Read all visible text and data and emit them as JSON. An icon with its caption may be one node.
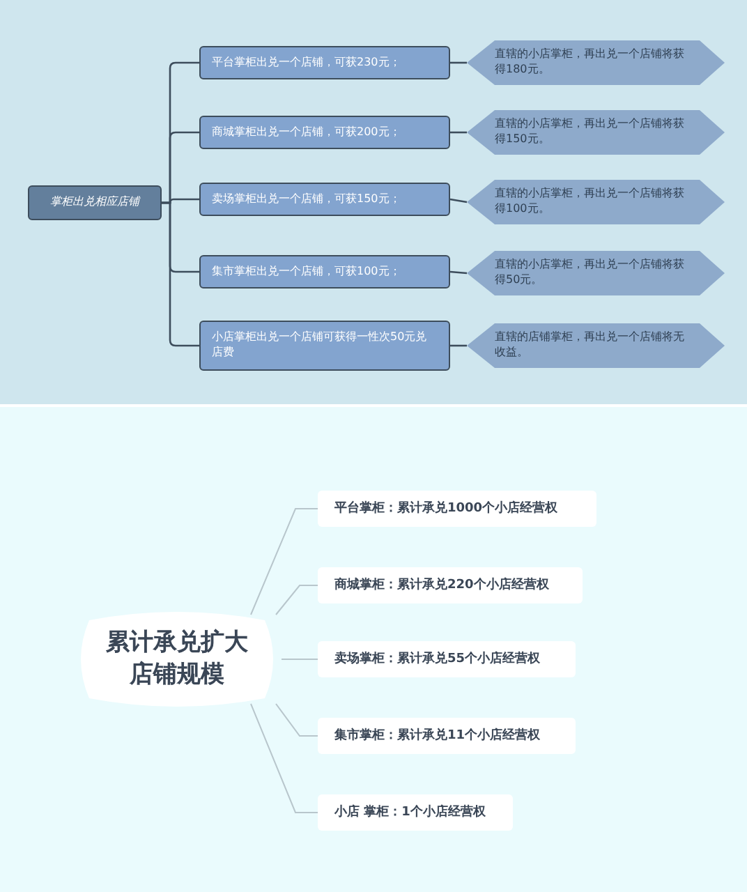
{
  "diagram": {
    "nodes": [
      {
        "text": [
          "掌柜出兑相应店铺"
        ]
      },
      {
        "text": [
          "平台掌柜出兑一个店铺，可获230元；"
        ]
      },
      {
        "text": [
          "商城掌柜出兑一个店铺，可获200元；"
        ]
      },
      {
        "text": [
          "卖场掌柜出兑一个店铺，可获150元；"
        ]
      },
      {
        "text": [
          "集市掌柜出兑一个店铺，可获100元；"
        ]
      },
      {
        "text": [
          "小店掌柜出兑一个店铺可获得一性次50元兑店费"
        ]
      },
      {
        "text": [
          "直辖的小店掌柜，再出兑一个店铺将获得180元。"
        ]
      },
      {
        "text": [
          "直辖的小店掌柜，再出兑一个店铺将获得150元。"
        ]
      },
      {
        "text": [
          "直辖的小店掌柜，再出兑一个店铺将获得100元。"
        ]
      },
      {
        "text": [
          "直辖的小店掌柜，再出兑一个店铺将获得50元。"
        ]
      },
      {
        "text": [
          "直辖的店铺掌柜，再出兑一个店铺将无收益。"
        ]
      },
      {
        "text": [
          "累计承兑扩大店铺规模"
        ]
      },
      {
        "text": [
          "平台掌柜：累计承兑1000个小店经营权"
        ]
      },
      {
        "text": [
          "商城掌柜：累计承兑220个小店经营权"
        ]
      },
      {
        "text": [
          "卖场掌柜：累计承兑55个小店经营权"
        ]
      },
      {
        "text": [
          "集市掌柜：累计承兑11个小店经营权"
        ]
      },
      {
        "text": [
          "小店 掌柜：1个小店经营权"
        ]
      }
    ],
    "edges": [
      {
        "from": 0,
        "to": 1,
        "arrow": "none"
      },
      {
        "from": 0,
        "to": 2,
        "arrow": "none"
      },
      {
        "from": 0,
        "to": 3,
        "arrow": "none"
      },
      {
        "from": 0,
        "to": 4,
        "arrow": "none"
      },
      {
        "from": 0,
        "to": 5,
        "arrow": "none"
      },
      {
        "from": 1,
        "to": 6,
        "arrow": "none"
      },
      {
        "from": 2,
        "to": 7,
        "arrow": "none"
      },
      {
        "from": 3,
        "to": 8,
        "arrow": "none"
      },
      {
        "from": 4,
        "to": 9,
        "arrow": "none"
      },
      {
        "from": 5,
        "to": 10,
        "arrow": "none"
      },
      {
        "from": 11,
        "to": 12,
        "arrow": "none",
        "color": "#b8c6cc"
      },
      {
        "from": 11,
        "to": 13,
        "arrow": "none",
        "color": "#b8c6cc"
      },
      {
        "from": 11,
        "to": 14,
        "arrow": "none",
        "color": "#b8c6cc"
      },
      {
        "from": 11,
        "to": 15,
        "arrow": "none",
        "color": "#b8c6cc"
      },
      {
        "from": 11,
        "to": 16,
        "arrow": "none",
        "color": "#b8c6cc"
      }
    ]
  }
}
